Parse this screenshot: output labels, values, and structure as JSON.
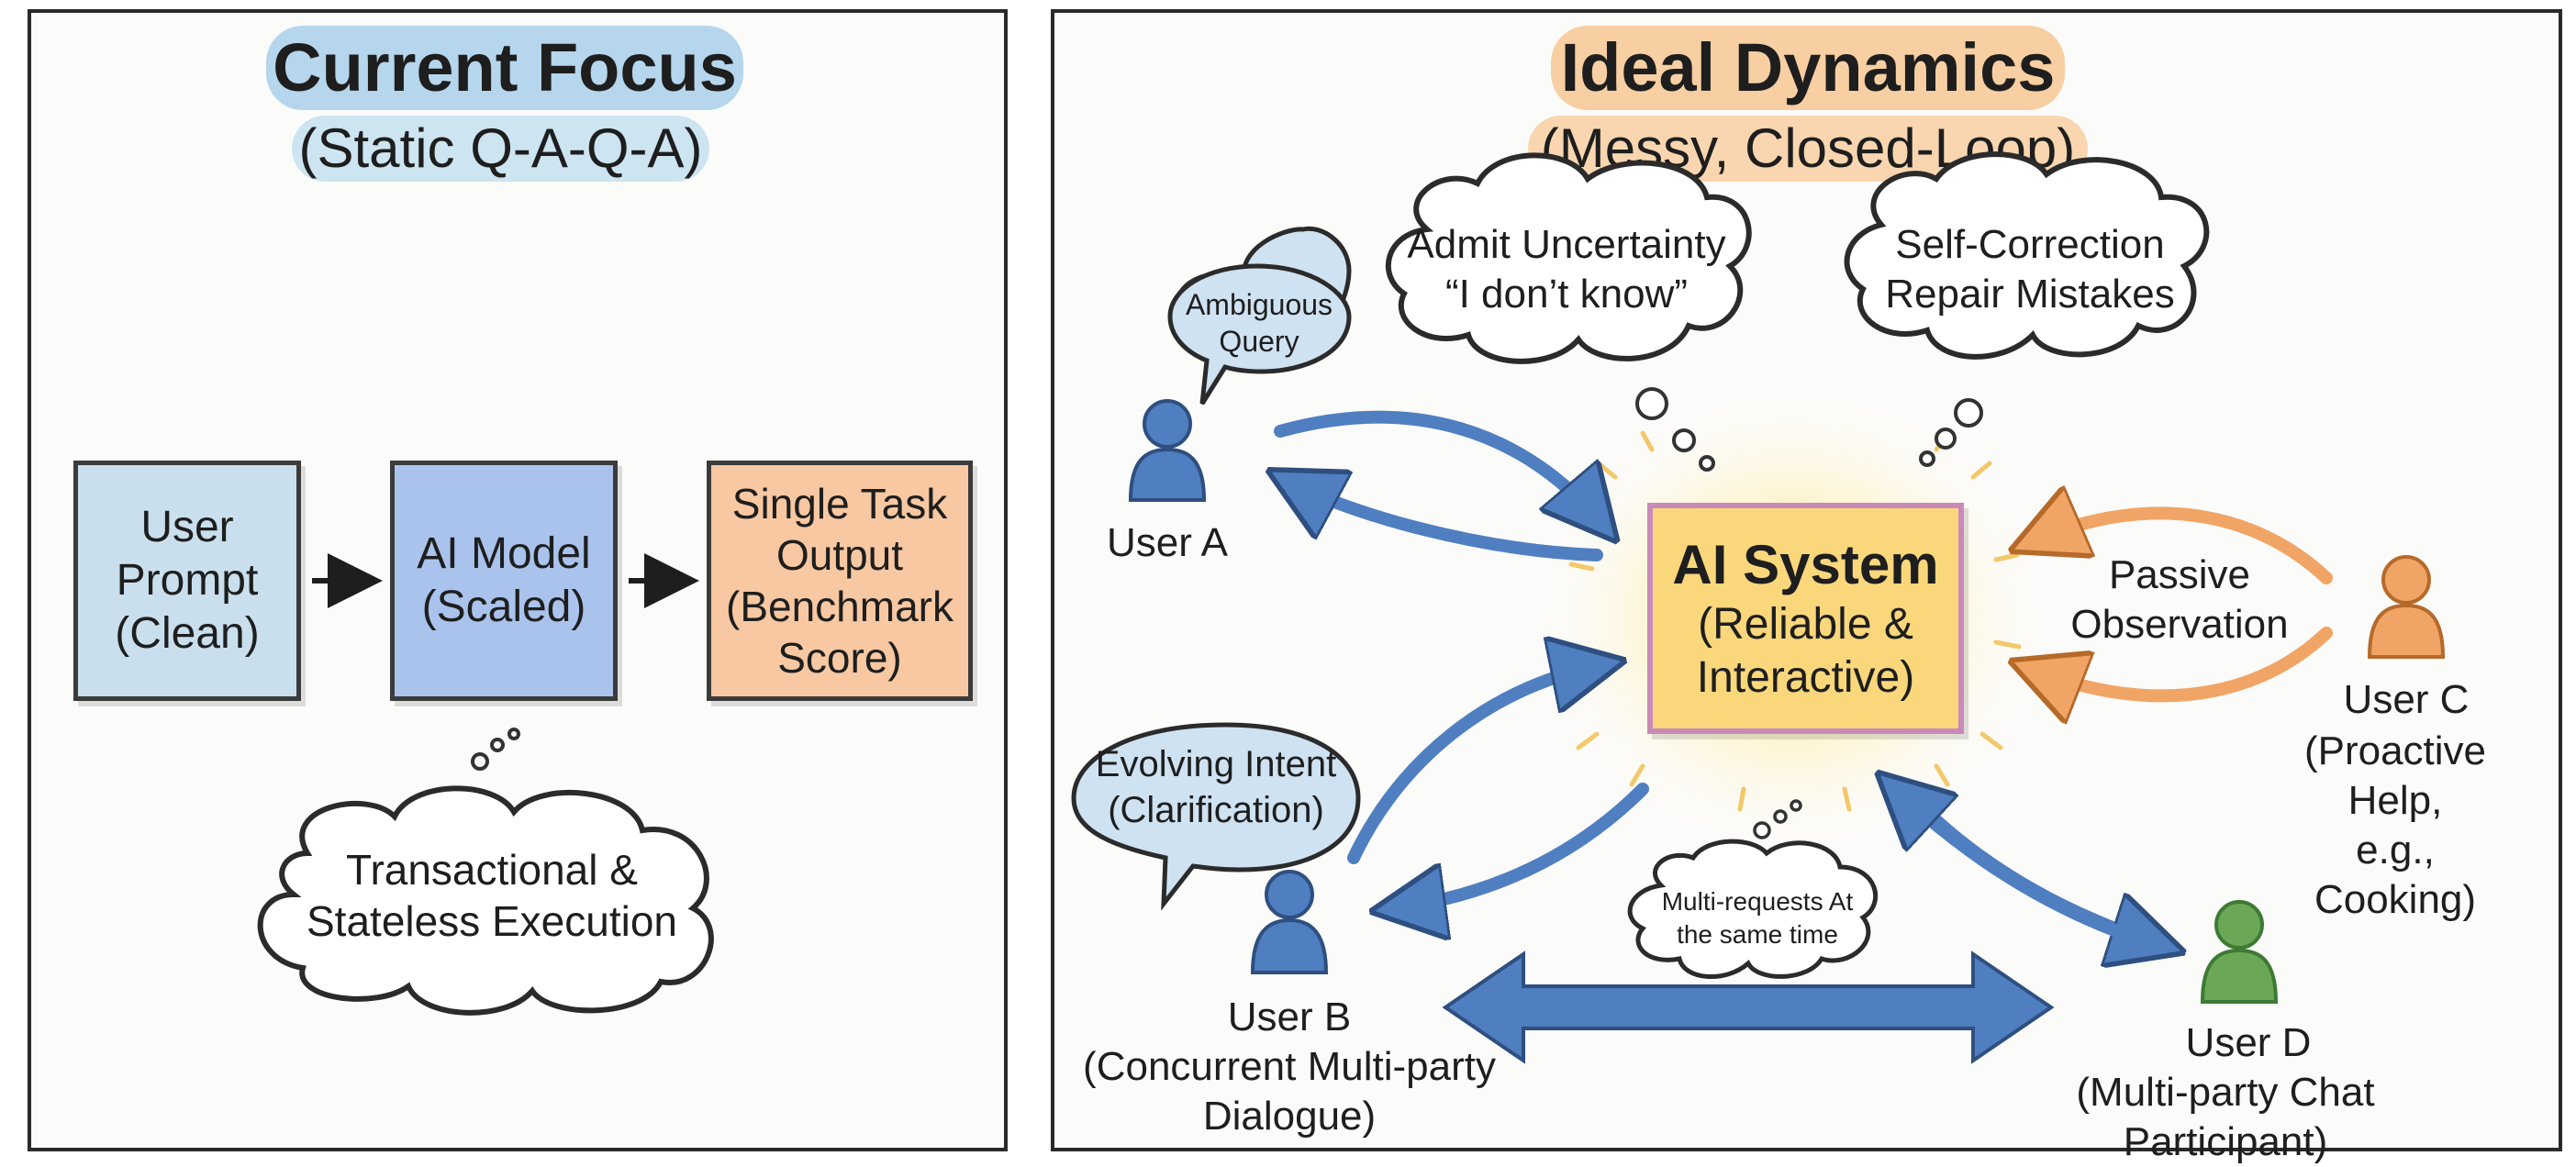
{
  "left_panel": {
    "title": "Current Focus",
    "subtitle": "(Static Q-A-Q-A)",
    "boxes": [
      {
        "label": "User\nPrompt\n(Clean)",
        "color": "#c9dfee"
      },
      {
        "label": "AI Model\n(Scaled)",
        "color": "#a9c3ec"
      },
      {
        "label": "Single Task\nOutput\n(Benchmark\nScore)",
        "color": "#f7c8a2"
      }
    ],
    "thought": "Transactional &\nStateless Execution"
  },
  "right_panel": {
    "title": "Ideal Dynamics",
    "subtitle": "(Messy, Closed-Loop)",
    "center": {
      "title": "AI System",
      "subtitle": "(Reliable &\nInteractive)"
    },
    "thoughts": {
      "uncertainty": "Admit Uncertainty\n“I don’t know”",
      "self_correction": "Self-Correction\nRepair Mistakes",
      "multi_requests": "Multi-requests At\nthe same time"
    },
    "speech": {
      "ambiguous": "Ambiguous\nQuery",
      "evolving": "Evolving Intent\n(Clarification)"
    },
    "passive": "Passive\nObservation",
    "users": {
      "a": "User A",
      "b_name": "User B",
      "b_desc": "(Concurrent Multi-party\nDialogue)",
      "c_name": "User C",
      "c_desc": "(Proactive Help,\ne.g., Cooking)",
      "d_name": "User D",
      "d_desc": "(Multi-party Chat Participant)"
    }
  },
  "colors": {
    "blue_accent": "#4f7fc0",
    "orange_accent": "#f0a566",
    "green_user": "#6aa857",
    "title_blue_bg": "#b5d6ec",
    "title_orange_bg": "#f8cfa2"
  }
}
